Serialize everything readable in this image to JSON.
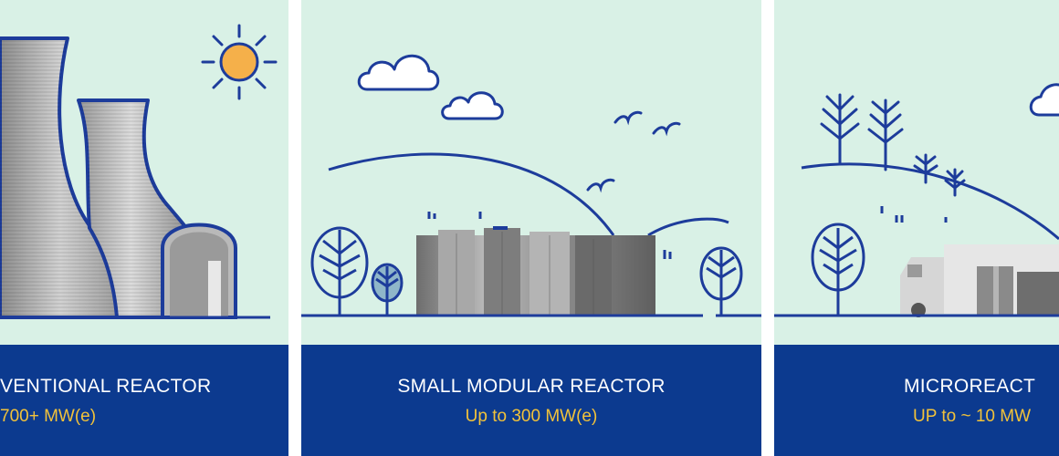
{
  "panels": [
    {
      "title": "VENTIONAL REACTOR",
      "capacity": "700+ MW(e)"
    },
    {
      "title": "SMALL MODULAR REACTOR",
      "capacity": "Up to 300 MW(e)"
    },
    {
      "title": "MICROREACT",
      "capacity": "UP to ~ 10 MW"
    }
  ],
  "colors": {
    "background": "#d9f1e6",
    "bar": "#0c3a8f",
    "line": "#1d3c9b",
    "title_text": "#ffffff",
    "capacity_text": "#f2c23a",
    "sun": "#f5b04a"
  }
}
